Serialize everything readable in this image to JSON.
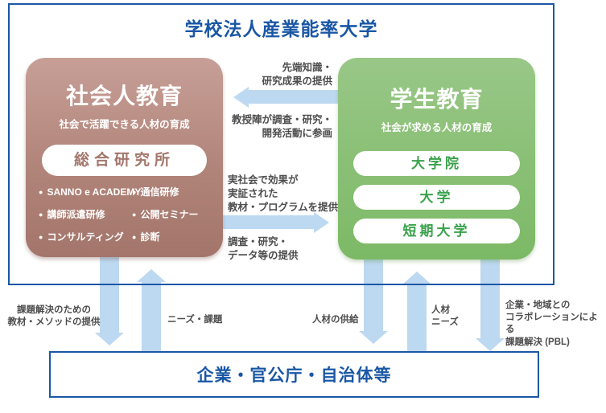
{
  "org_title": "学校法人産業能率大学",
  "adult_education": {
    "title": "社会人教育",
    "subtitle": "社会で活躍できる人材の育成",
    "institute_label": "総合研究所",
    "services_col1": [
      "SANNO e ACADEMY",
      "講師派遣研修",
      "コンサルティング"
    ],
    "services_col2": [
      "通信研修",
      "公開セミナー",
      "診断"
    ]
  },
  "student_education": {
    "title": "学生教育",
    "subtitle": "社会が求める人材の育成",
    "schools": [
      "大学院",
      "大学",
      "短期大学"
    ]
  },
  "exchange_flows": {
    "to_adult_above": "先端知識・\n研究成果の提供",
    "to_adult_below": "教授陣が調査・研究・\n開発活動に参画",
    "to_student_above": "実社会で効果が\n実証された\n教材・プログラムを提供",
    "to_student_below": "調査・研究・\nデータ等の提供"
  },
  "society_flows": {
    "provide_materials": "課題解決のための\n教材・メソッドの提供",
    "needs_issues": "ニーズ・課題",
    "supply_talent": "人材の供給",
    "talent_needs": "人材\nニーズ",
    "pbl": "企業・地域との\nコラボレーションによる\n課題解決 (PBL)"
  },
  "society_box_label": "企業・官公庁・自治体等",
  "icons": {
    "bullet": "●"
  },
  "colors": {
    "brand_blue": "#1a57a5",
    "arrow_blue": "#bdd9f1",
    "adult_gradient_top": "#c79f97",
    "adult_gradient_bottom": "#a3756b",
    "student_gradient_top": "#99c787",
    "student_gradient_bottom": "#7cb966",
    "institute_text": "#a3766c",
    "school_text": "#3aa24b",
    "label_gray": "#4d4d4d"
  }
}
